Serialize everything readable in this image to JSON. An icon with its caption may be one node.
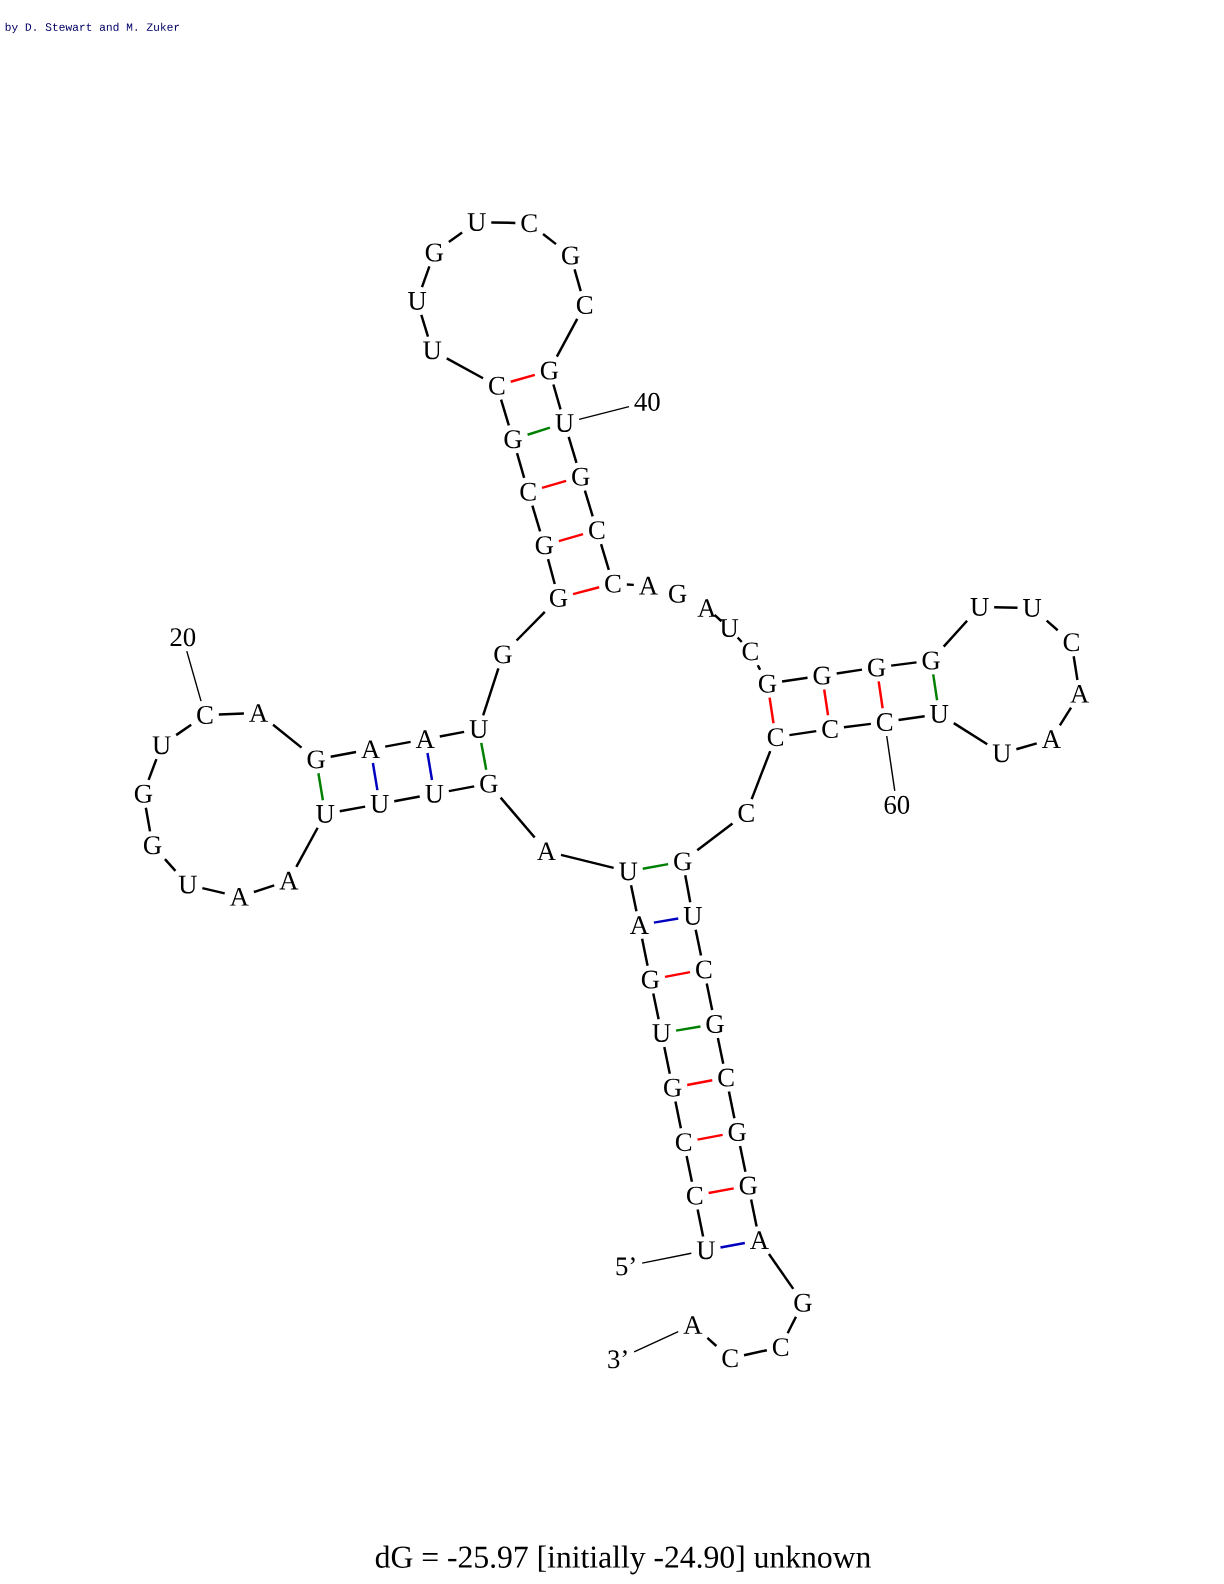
{
  "diagram": {
    "caption": "dG = -25.97 [initially -24.90] unknown",
    "nodes": [
      {
        "text": [
          "U"
        ]
      },
      {
        "text": [
          "C"
        ]
      },
      {
        "text": [
          "C"
        ]
      },
      {
        "text": [
          "G"
        ]
      },
      {
        "text": [
          "U"
        ]
      },
      {
        "text": [
          "G"
        ]
      },
      {
        "text": [
          "A"
        ]
      },
      {
        "text": [
          "U"
        ]
      },
      {
        "text": [
          "A"
        ]
      },
      {
        "text": [
          "G"
        ]
      },
      {
        "text": [
          "U"
        ]
      },
      {
        "text": [
          "U"
        ]
      },
      {
        "text": [
          "U"
        ]
      },
      {
        "text": [
          "A"
        ]
      },
      {
        "text": [
          "A"
        ]
      },
      {
        "text": [
          "U"
        ]
      },
      {
        "text": [
          "G"
        ]
      },
      {
        "text": [
          "G"
        ]
      },
      {
        "text": [
          "U"
        ]
      },
      {
        "text": [
          "C"
        ]
      },
      {
        "text": [
          "A"
        ]
      },
      {
        "text": [
          "G"
        ]
      },
      {
        "text": [
          "A"
        ]
      },
      {
        "text": [
          "A"
        ]
      },
      {
        "text": [
          "U"
        ]
      },
      {
        "text": [
          "G"
        ]
      },
      {
        "text": [
          "G"
        ]
      },
      {
        "text": [
          "G"
        ]
      },
      {
        "text": [
          "C"
        ]
      },
      {
        "text": [
          "G"
        ]
      },
      {
        "text": [
          "C"
        ]
      },
      {
        "text": [
          "U"
        ]
      },
      {
        "text": [
          "U"
        ]
      },
      {
        "text": [
          "G"
        ]
      },
      {
        "text": [
          "U"
        ]
      },
      {
        "text": [
          "C"
        ]
      },
      {
        "text": [
          "G"
        ]
      },
      {
        "text": [
          "C"
        ]
      },
      {
        "text": [
          "G"
        ]
      },
      {
        "text": [
          "U"
        ]
      },
      {
        "text": [
          "G"
        ]
      },
      {
        "text": [
          "C"
        ]
      },
      {
        "text": [
          "C"
        ]
      },
      {
        "text": [
          "A"
        ]
      },
      {
        "text": [
          "G"
        ]
      },
      {
        "text": [
          "A"
        ]
      },
      {
        "text": [
          "U"
        ]
      },
      {
        "text": [
          "C"
        ]
      },
      {
        "text": [
          "G"
        ]
      },
      {
        "text": [
          "G"
        ]
      },
      {
        "text": [
          "G"
        ]
      },
      {
        "text": [
          "G"
        ]
      },
      {
        "text": [
          "U"
        ]
      },
      {
        "text": [
          "U"
        ]
      },
      {
        "text": [
          "C"
        ]
      },
      {
        "text": [
          "A"
        ]
      },
      {
        "text": [
          "A"
        ]
      },
      {
        "text": [
          "U"
        ]
      },
      {
        "text": [
          "U"
        ]
      },
      {
        "text": [
          "C"
        ]
      },
      {
        "text": [
          "C"
        ]
      },
      {
        "text": [
          "C"
        ]
      },
      {
        "text": [
          "C"
        ]
      },
      {
        "text": [
          "G"
        ]
      },
      {
        "text": [
          "U"
        ]
      },
      {
        "text": [
          "C"
        ]
      },
      {
        "text": [
          "G"
        ]
      },
      {
        "text": [
          "C"
        ]
      },
      {
        "text": [
          "G"
        ]
      },
      {
        "text": [
          "G"
        ]
      },
      {
        "text": [
          "A"
        ]
      },
      {
        "text": [
          "G"
        ]
      },
      {
        "text": [
          "C"
        ]
      },
      {
        "text": [
          "C"
        ]
      },
      {
        "text": [
          "A"
        ]
      },
      {
        "text": [
          "20"
        ]
      },
      {
        "text": [
          "40"
        ]
      },
      {
        "text": [
          "60"
        ]
      },
      {
        "text": [
          "5’"
        ]
      },
      {
        "text": [
          "3’"
        ]
      }
    ],
    "edges": [
      {
        "from": 0,
        "to": 1,
        "arrow": "none"
      },
      {
        "from": 1,
        "to": 2,
        "arrow": "none"
      },
      {
        "from": 2,
        "to": 3,
        "arrow": "none"
      },
      {
        "from": 3,
        "to": 4,
        "arrow": "none"
      },
      {
        "from": 4,
        "to": 5,
        "arrow": "none"
      },
      {
        "from": 5,
        "to": 6,
        "arrow": "none"
      },
      {
        "from": 6,
        "to": 7,
        "arrow": "none"
      },
      {
        "from": 7,
        "to": 8,
        "arrow": "none"
      },
      {
        "from": 8,
        "to": 9,
        "arrow": "none"
      },
      {
        "from": 9,
        "to": 10,
        "arrow": "none"
      },
      {
        "from": 10,
        "to": 11,
        "arrow": "none"
      },
      {
        "from": 11,
        "to": 12,
        "arrow": "none"
      },
      {
        "from": 12,
        "to": 13,
        "arrow": "none"
      },
      {
        "from": 13,
        "to": 14,
        "arrow": "none"
      },
      {
        "from": 14,
        "to": 15,
        "arrow": "none"
      },
      {
        "from": 15,
        "to": 16,
        "arrow": "none"
      },
      {
        "from": 16,
        "to": 17,
        "arrow": "none"
      },
      {
        "from": 17,
        "to": 18,
        "arrow": "none"
      },
      {
        "from": 18,
        "to": 19,
        "arrow": "none"
      },
      {
        "from": 19,
        "to": 20,
        "arrow": "none"
      },
      {
        "from": 20,
        "to": 21,
        "arrow": "none"
      },
      {
        "from": 21,
        "to": 22,
        "arrow": "none"
      },
      {
        "from": 22,
        "to": 23,
        "arrow": "none"
      },
      {
        "from": 23,
        "to": 24,
        "arrow": "none"
      },
      {
        "from": 24,
        "to": 25,
        "arrow": "none"
      },
      {
        "from": 25,
        "to": 26,
        "arrow": "none"
      },
      {
        "from": 26,
        "to": 27,
        "arrow": "none"
      },
      {
        "from": 27,
        "to": 28,
        "arrow": "none"
      },
      {
        "from": 28,
        "to": 29,
        "arrow": "none"
      },
      {
        "from": 29,
        "to": 30,
        "arrow": "none"
      },
      {
        "from": 30,
        "to": 31,
        "arrow": "none"
      },
      {
        "from": 31,
        "to": 32,
        "arrow": "none"
      },
      {
        "from": 32,
        "to": 33,
        "arrow": "none"
      },
      {
        "from": 33,
        "to": 34,
        "arrow": "none"
      },
      {
        "from": 34,
        "to": 35,
        "arrow": "none"
      },
      {
        "from": 35,
        "to": 36,
        "arrow": "none"
      },
      {
        "from": 36,
        "to": 37,
        "arrow": "none"
      },
      {
        "from": 37,
        "to": 38,
        "arrow": "none"
      },
      {
        "from": 38,
        "to": 39,
        "arrow": "none"
      },
      {
        "from": 39,
        "to": 40,
        "arrow": "none"
      },
      {
        "from": 40,
        "to": 41,
        "arrow": "none"
      },
      {
        "from": 41,
        "to": 42,
        "arrow": "none"
      },
      {
        "from": 42,
        "to": 43,
        "arrow": "none"
      },
      {
        "from": 45,
        "to": 46,
        "arrow": "none"
      },
      {
        "from": 46,
        "to": 47,
        "arrow": "none"
      },
      {
        "from": 47,
        "to": 48,
        "arrow": "none"
      },
      {
        "from": 48,
        "to": 49,
        "arrow": "none"
      },
      {
        "from": 49,
        "to": 50,
        "arrow": "none"
      },
      {
        "from": 50,
        "to": 51,
        "arrow": "none"
      },
      {
        "from": 51,
        "to": 52,
        "arrow": "none"
      },
      {
        "from": 52,
        "to": 53,
        "arrow": "none"
      },
      {
        "from": 53,
        "to": 54,
        "arrow": "none"
      },
      {
        "from": 54,
        "to": 55,
        "arrow": "none"
      },
      {
        "from": 55,
        "to": 56,
        "arrow": "none"
      },
      {
        "from": 56,
        "to": 57,
        "arrow": "none"
      },
      {
        "from": 57,
        "to": 58,
        "arrow": "none"
      },
      {
        "from": 58,
        "to": 59,
        "arrow": "none"
      },
      {
        "from": 59,
        "to": 60,
        "arrow": "none"
      },
      {
        "from": 60,
        "to": 61,
        "arrow": "none"
      },
      {
        "from": 61,
        "to": 62,
        "arrow": "none"
      },
      {
        "from": 62,
        "to": 63,
        "arrow": "none"
      },
      {
        "from": 63,
        "to": 64,
        "arrow": "none"
      },
      {
        "from": 64,
        "to": 65,
        "arrow": "none"
      },
      {
        "from": 65,
        "to": 66,
        "arrow": "none"
      },
      {
        "from": 66,
        "to": 67,
        "arrow": "none"
      },
      {
        "from": 67,
        "to": 68,
        "arrow": "none"
      },
      {
        "from": 68,
        "to": 69,
        "arrow": "none"
      },
      {
        "from": 69,
        "to": 70,
        "arrow": "none"
      },
      {
        "from": 70,
        "to": 71,
        "arrow": "none"
      },
      {
        "from": 71,
        "to": 72,
        "arrow": "none"
      },
      {
        "from": 72,
        "to": 73,
        "arrow": "none"
      },
      {
        "from": 73,
        "to": 74,
        "arrow": "none"
      },
      {
        "from": 0,
        "to": 70,
        "arrow": "none",
        "color": "#0000c0"
      },
      {
        "from": 1,
        "to": 69,
        "arrow": "none",
        "color": "#ff0000"
      },
      {
        "from": 2,
        "to": 68,
        "arrow": "none",
        "color": "#ff0000"
      },
      {
        "from": 3,
        "to": 67,
        "arrow": "none",
        "color": "#ff0000"
      },
      {
        "from": 4,
        "to": 66,
        "arrow": "none",
        "color": "#008000"
      },
      {
        "from": 5,
        "to": 65,
        "arrow": "none",
        "color": "#ff0000"
      },
      {
        "from": 6,
        "to": 64,
        "arrow": "none",
        "color": "#0000c0"
      },
      {
        "from": 7,
        "to": 63,
        "arrow": "none",
        "color": "#008000"
      },
      {
        "from": 9,
        "to": 24,
        "arrow": "none",
        "color": "#008000"
      },
      {
        "from": 10,
        "to": 23,
        "arrow": "none",
        "color": "#0000c0"
      },
      {
        "from": 11,
        "to": 22,
        "arrow": "none",
        "color": "#0000c0"
      },
      {
        "from": 12,
        "to": 21,
        "arrow": "none",
        "color": "#008000"
      },
      {
        "from": 26,
        "to": 42,
        "arrow": "none",
        "color": "#ff0000"
      },
      {
        "from": 27,
        "to": 41,
        "arrow": "none",
        "color": "#ff0000"
      },
      {
        "from": 28,
        "to": 40,
        "arrow": "none",
        "color": "#ff0000"
      },
      {
        "from": 29,
        "to": 39,
        "arrow": "none",
        "color": "#008000"
      },
      {
        "from": 30,
        "to": 38,
        "arrow": "none",
        "color": "#ff0000"
      },
      {
        "from": 48,
        "to": 61,
        "arrow": "none",
        "color": "#ff0000"
      },
      {
        "from": 49,
        "to": 60,
        "arrow": "none",
        "color": "#ff0000"
      },
      {
        "from": 50,
        "to": 59,
        "arrow": "none",
        "color": "#ff0000"
      },
      {
        "from": 51,
        "to": 58,
        "arrow": "none",
        "color": "#008000"
      },
      {
        "from": 75,
        "to": 19,
        "arrow": "none"
      },
      {
        "from": 76,
        "to": 39,
        "arrow": "none"
      },
      {
        "from": 77,
        "to": 59,
        "arrow": "none"
      },
      {
        "from": 78,
        "to": 0,
        "arrow": "none"
      },
      {
        "from": 79,
        "to": 74,
        "arrow": "none"
      }
    ],
    "labels": [
      "by D. Stewart and M. Zuker"
    ]
  }
}
